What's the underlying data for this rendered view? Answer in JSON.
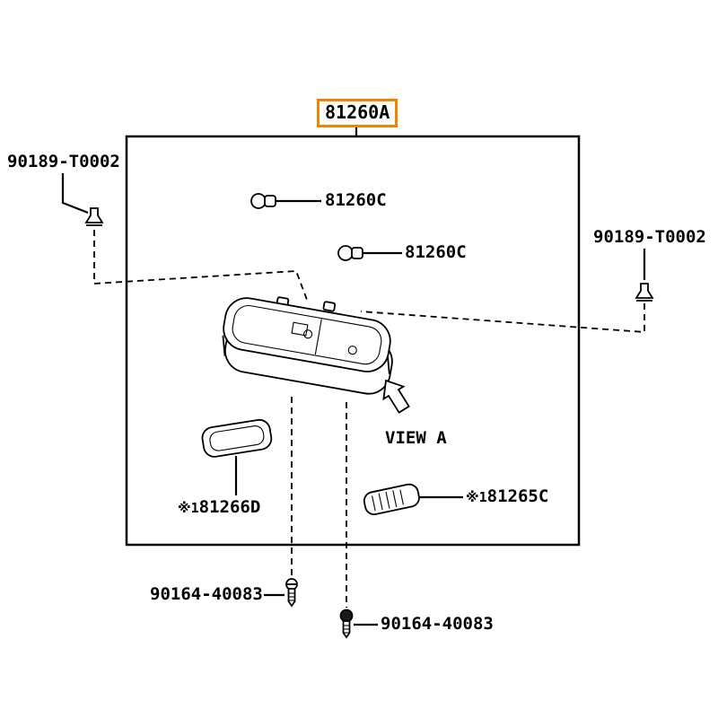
{
  "diagram": {
    "highlight_color": "#f08300",
    "view_label": "VIEW A",
    "parts": {
      "main": {
        "label": "81260A",
        "highlighted": true
      },
      "clip_left": {
        "label": "90189-T0002"
      },
      "clip_right": {
        "label": "90189-T0002"
      },
      "bulb_upper": {
        "label": "81260C"
      },
      "bulb_lower": {
        "label": "81260C"
      },
      "lens_left": {
        "prefix": "※1",
        "label": "81266D"
      },
      "lens_right": {
        "prefix": "※1",
        "label": "81265C"
      },
      "screw_bottom_left": {
        "label": "90164-40083"
      },
      "screw_bottom_right": {
        "label": "90164-40083"
      }
    }
  }
}
